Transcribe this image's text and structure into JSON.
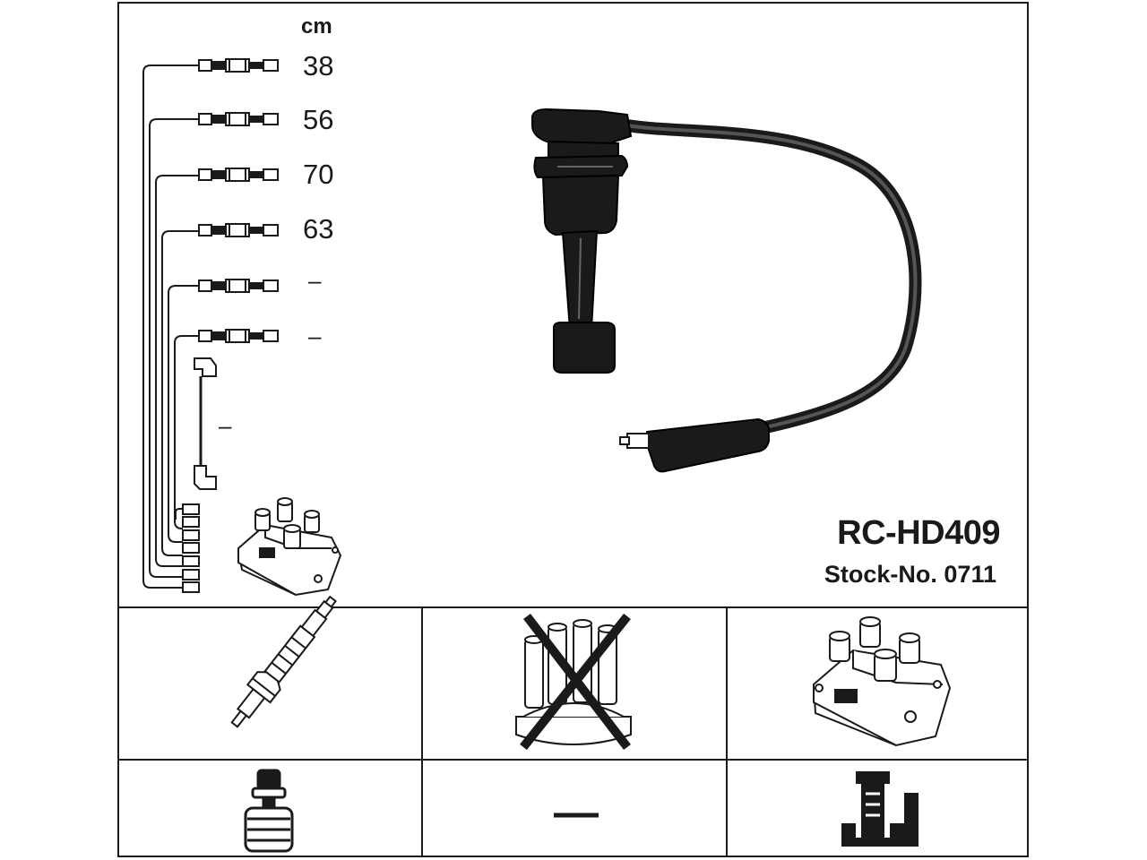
{
  "unit_label": "cm",
  "cable_lengths": [
    {
      "label": "38"
    },
    {
      "label": "56"
    },
    {
      "label": "70"
    },
    {
      "label": "63"
    },
    {
      "label": "–"
    },
    {
      "label": "–"
    }
  ],
  "coil_lead_length": "–",
  "product": {
    "model": "RC-HD409",
    "stock_number": "Stock-No. 0711"
  },
  "component_grid": {
    "spark_plug_panel": {
      "icon": "spark-plug-icon"
    },
    "distributor_cap_panel": {
      "icon": "distributor-cap-crossed-icon",
      "status": "not applicable"
    },
    "ignition_coil_panel": {
      "icon": "ignition-coil-icon"
    },
    "plug_terminal_panel": {
      "icon": "plug-terminal-icon"
    },
    "middle_connector_panel": {
      "label": "—"
    },
    "coil_terminal_panel": {
      "icon": "coil-terminal-icon"
    }
  }
}
